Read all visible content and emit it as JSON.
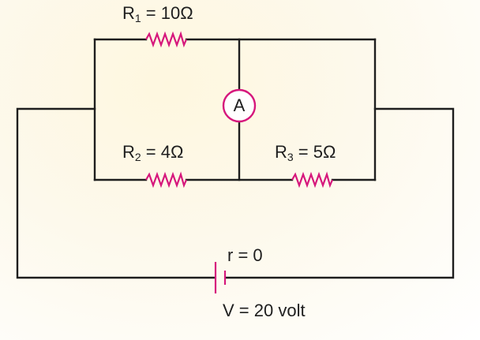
{
  "colors": {
    "wire": "#1e1e1e",
    "component": "#d6177c",
    "background": "#fdfaf0"
  },
  "components": {
    "r1": {
      "symbol": "R",
      "index": "1",
      "rest": " = 10Ω"
    },
    "r2": {
      "symbol": "R",
      "index": "2",
      "rest": " = 4Ω"
    },
    "r3": {
      "symbol": "R",
      "index": "3",
      "rest": " = 5Ω"
    },
    "ammeter": {
      "letter": "A"
    },
    "battery": {
      "internal_resistance": "r = 0",
      "voltage": "V = 20 volt"
    }
  }
}
